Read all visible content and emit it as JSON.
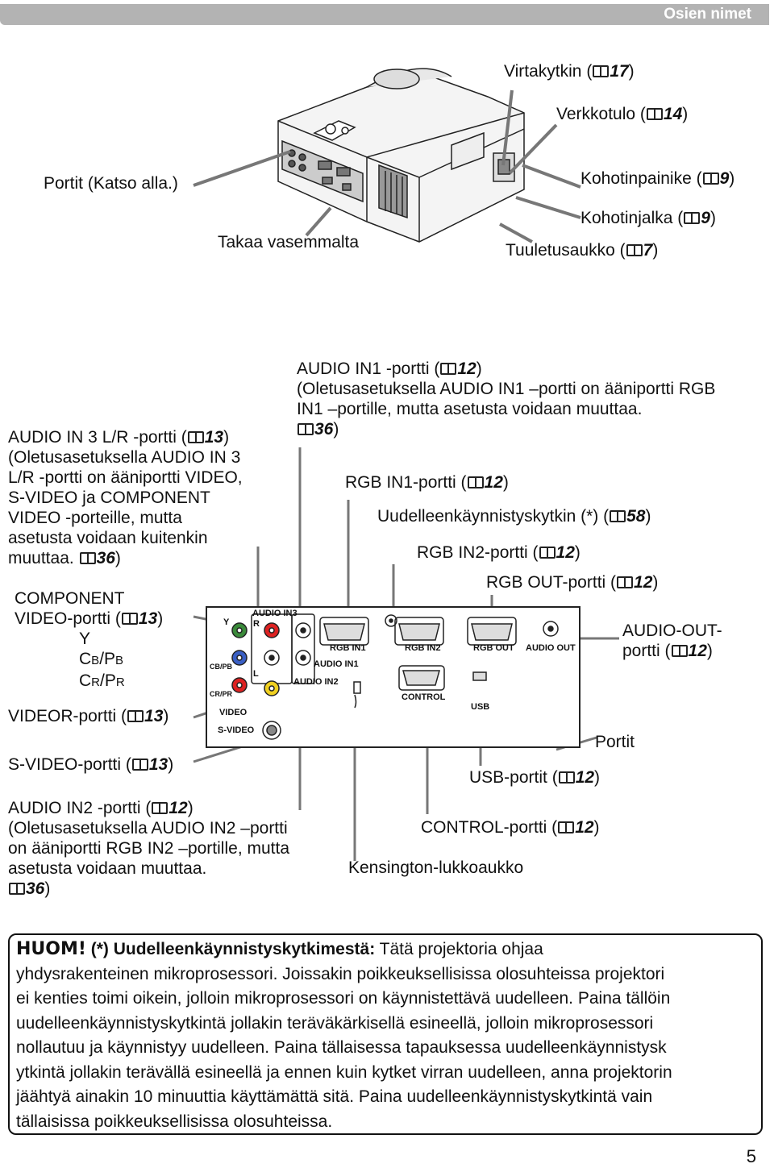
{
  "header": {
    "title": "Osien nimet"
  },
  "top_labels": {
    "power_switch": {
      "text": "Virtakytkin (",
      "ref": "17",
      "close": ")"
    },
    "ac_inlet": {
      "text": "Verkkotulo (",
      "ref": "14",
      "close": ")"
    },
    "ports": {
      "text": "Portit (Katso alla.)"
    },
    "elevator_button": {
      "text": "Kohotinpainike (",
      "ref": "9",
      "close": ")"
    },
    "elevator_foot": {
      "text": "Kohotinjalka (",
      "ref": "9",
      "close": ")"
    },
    "rear_left": {
      "text": "Takaa vasemmalta"
    },
    "vent": {
      "text": "Tuuletusaukko (",
      "ref": "7",
      "close": ")"
    }
  },
  "audio_in3": {
    "line1_a": "AUDIO IN 3 L/R -portti (",
    "line1_ref": "13",
    "line1_b": ")",
    "line2": "(Oletusasetuksella AUDIO IN 3",
    "line3": "L/R -portti on ääniportti VIDEO,",
    "line4": "S-VIDEO ja COMPONENT",
    "line5": "VIDEO -porteille, mutta",
    "line6": "asetusta voidaan kuitenkin",
    "line7_a": "muuttaa. ",
    "line7_ref": "36",
    "line7_b": ")"
  },
  "component": {
    "line1": "COMPONENT",
    "line2_a": "VIDEO-portti (",
    "line2_ref": "13",
    "line2_b": ")",
    "y": "Y",
    "cb_c": "C",
    "cb_b": "B",
    "cb_slash": "/P",
    "cb_pb": "B",
    "cr_c": "C",
    "cr_r": "R",
    "cr_slash": "/P",
    "cr_pr": "R"
  },
  "video_port": {
    "text": "VIDEOR-portti (",
    "ref": "13",
    "close": ")"
  },
  "svideo_port": {
    "text": "S-VIDEO-portti (",
    "ref": "13",
    "close": ")"
  },
  "audio_in1": {
    "line1_a": "AUDIO IN1 -portti (",
    "line1_ref": "12",
    "line1_b": ")",
    "line2": "(Oletusasetuksella AUDIO IN1 –portti on ääniportti RGB",
    "line3": "IN1 –portille, mutta asetusta voidaan muuttaa.",
    "line4_ref": "36",
    "line4_b": ")"
  },
  "rgb_in1": {
    "text": "RGB IN1-portti (",
    "ref": "12",
    "close": ")"
  },
  "restart": {
    "text": "Uudelleenkäynnistyskytkin (*) (",
    "ref": "58",
    "close": ")"
  },
  "rgb_in2": {
    "text": "RGB IN2-portti (",
    "ref": "12",
    "close": ")"
  },
  "rgb_out": {
    "text": "RGB OUT-portti (",
    "ref": "12",
    "close": ")"
  },
  "audio_out": {
    "line1": "AUDIO-OUT-",
    "line2_a": "portti (",
    "line2_ref": "12",
    "line2_b": ")"
  },
  "portit": {
    "text": "Portit"
  },
  "usb": {
    "text": "USB-portit (",
    "ref": "12",
    "close": ")"
  },
  "control": {
    "text": "CONTROL-portti (",
    "ref": "12",
    "close": ")"
  },
  "kensington": {
    "text": "Kensington-lukkoaukko"
  },
  "audio_in2": {
    "line1_a": "AUDIO IN2 -portti (",
    "line1_ref": "12",
    "line1_b": ")",
    "line2": "(Oletusasetuksella AUDIO IN2 –portti",
    "line3": "on ääniportti RGB IN2 –portille, mutta",
    "line4": "asetusta voidaan muuttaa.",
    "line5_ref": "36",
    "line5_b": ")"
  },
  "panel": {
    "audio_in3": "AUDIO IN3",
    "r": "R",
    "l": "L",
    "y": "Y",
    "cbpb": "CB/PB",
    "crpr": "CR/PR",
    "video": "VIDEO",
    "svideo": "S-VIDEO",
    "rgb_in1": "RGB IN1",
    "rgb_in2": "RGB IN2",
    "rgb_out": "RGB OUT",
    "audio_out": "AUDIO OUT",
    "audio_in1": "AUDIO IN1",
    "audio_in2": "AUDIO IN2",
    "control": "CONTROL",
    "usb": "USB"
  },
  "note": {
    "huom": "HUOM!",
    "title": " (*) Uudelleenkäynnistyskytkimestä:",
    "line1_rest": " Tätä projektoria ohjaa",
    "line2": "yhdysrakenteinen mikroprosessori. Joissakin poikkeuksellisissa olosuhteissa projektori",
    "line3": "ei kenties toimi oikein, jolloin mikroprosessori on käynnistettävä uudelleen. Paina tällöin",
    "line4": "uudelleenkäynnistyskytkintä jollakin teräväkärkisellä esineellä, jolloin mikroprosessori",
    "line5": "nollautuu ja käynnistyy uudelleen. Paina tällaisessa tapauksessa uudelleenkäynnistysk",
    "line6": "ytkintä jollakin terävällä esineellä ja ennen kuin kytket virran uudelleen, anna projektorin",
    "line7": "jäähtyä ainakin 10 minuuttia käyttämättä sitä. Paina uudelleenkäynnistyskytkintä vain",
    "line8": "tällaisissa poikkeuksellisissa olosuhteissa."
  },
  "page_number": "5"
}
